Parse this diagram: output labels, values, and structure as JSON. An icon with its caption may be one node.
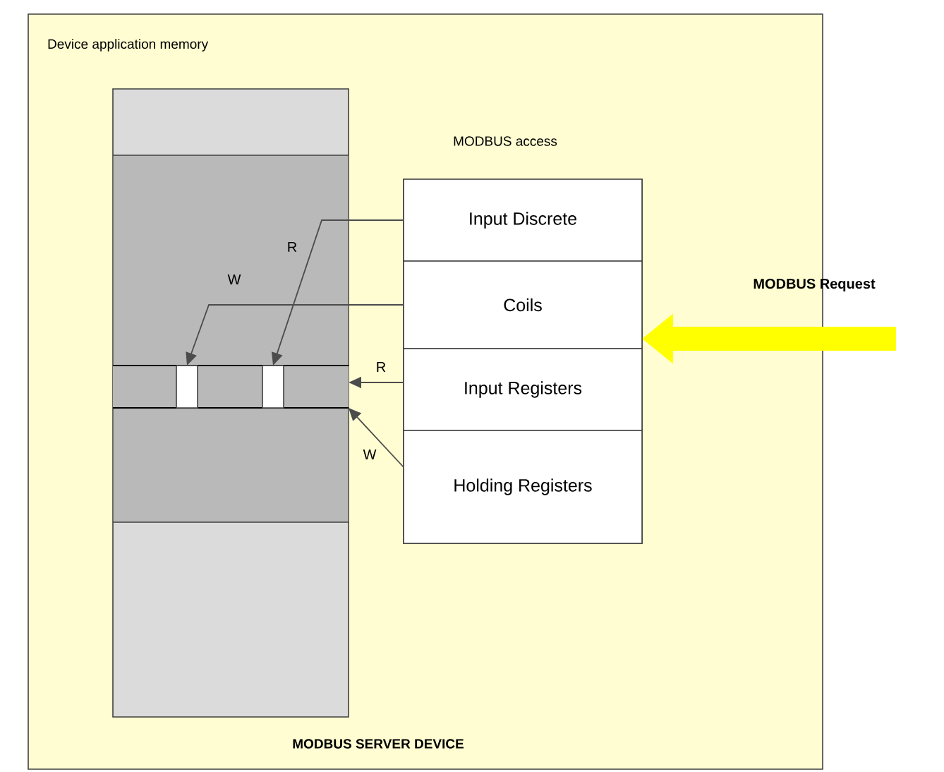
{
  "diagram": {
    "nodes": [
      {
        "text": [
          "Device application memory",
          "MODBUS SERVER DEVICE"
        ]
      },
      {
        "text": [],
        "shape": "box",
        "in": 0
      },
      {
        "text": [],
        "shape": "bar",
        "in": 1
      },
      {
        "text": [],
        "shape": "box",
        "in": 2
      },
      {
        "text": [],
        "shape": "box",
        "in": 2
      },
      {
        "text": [
          "MODBUS access"
        ],
        "in": 0
      },
      {
        "text": [
          "Input Discrete"
        ],
        "in": 5
      },
      {
        "text": [
          "Coils"
        ],
        "in": 5
      },
      {
        "text": [
          "Input Registers"
        ],
        "in": 5
      },
      {
        "text": [
          "Holding Registers"
        ],
        "in": 5
      },
      {
        "text": [
          "MODBUS Request"
        ]
      }
    ],
    "edges": [
      {
        "from": 6,
        "to": 4,
        "arrow": "to",
        "label": "R"
      },
      {
        "from": 7,
        "to": 3,
        "arrow": "to",
        "label": "W"
      },
      {
        "from": 8,
        "to": 2,
        "arrow": "to",
        "label": "R"
      },
      {
        "from": 9,
        "to": 2,
        "arrow": "to",
        "label": "W"
      },
      {
        "from": 10,
        "to": 5,
        "arrow": "to",
        "style": "thick",
        "color": "#ffff00"
      }
    ]
  }
}
